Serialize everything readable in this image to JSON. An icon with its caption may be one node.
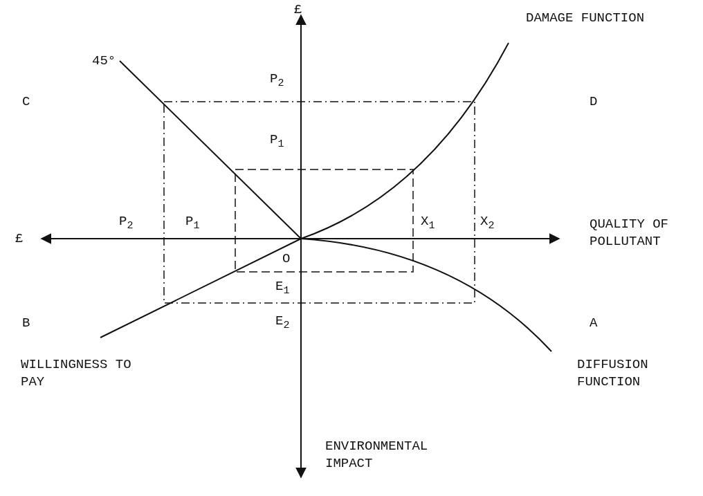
{
  "diagram": {
    "labels": [
      "£",
      "DAMAGE FUNCTION",
      "45°",
      "P$_{2}$",
      "C",
      "D",
      "P$_{1}$",
      "£",
      "P$_{2}$",
      "P$_{1}$",
      "X$_{1}$",
      "X$_{2}$",
      "QUALITY OF POLLUTANT",
      "O",
      "E$_{1}$",
      "B",
      "A",
      "E$_{2}$",
      "WILLINGNESS TO PAY",
      "DIFFUSION FUNCTION",
      "ENVIRONMENTAL IMPACT"
    ]
  }
}
